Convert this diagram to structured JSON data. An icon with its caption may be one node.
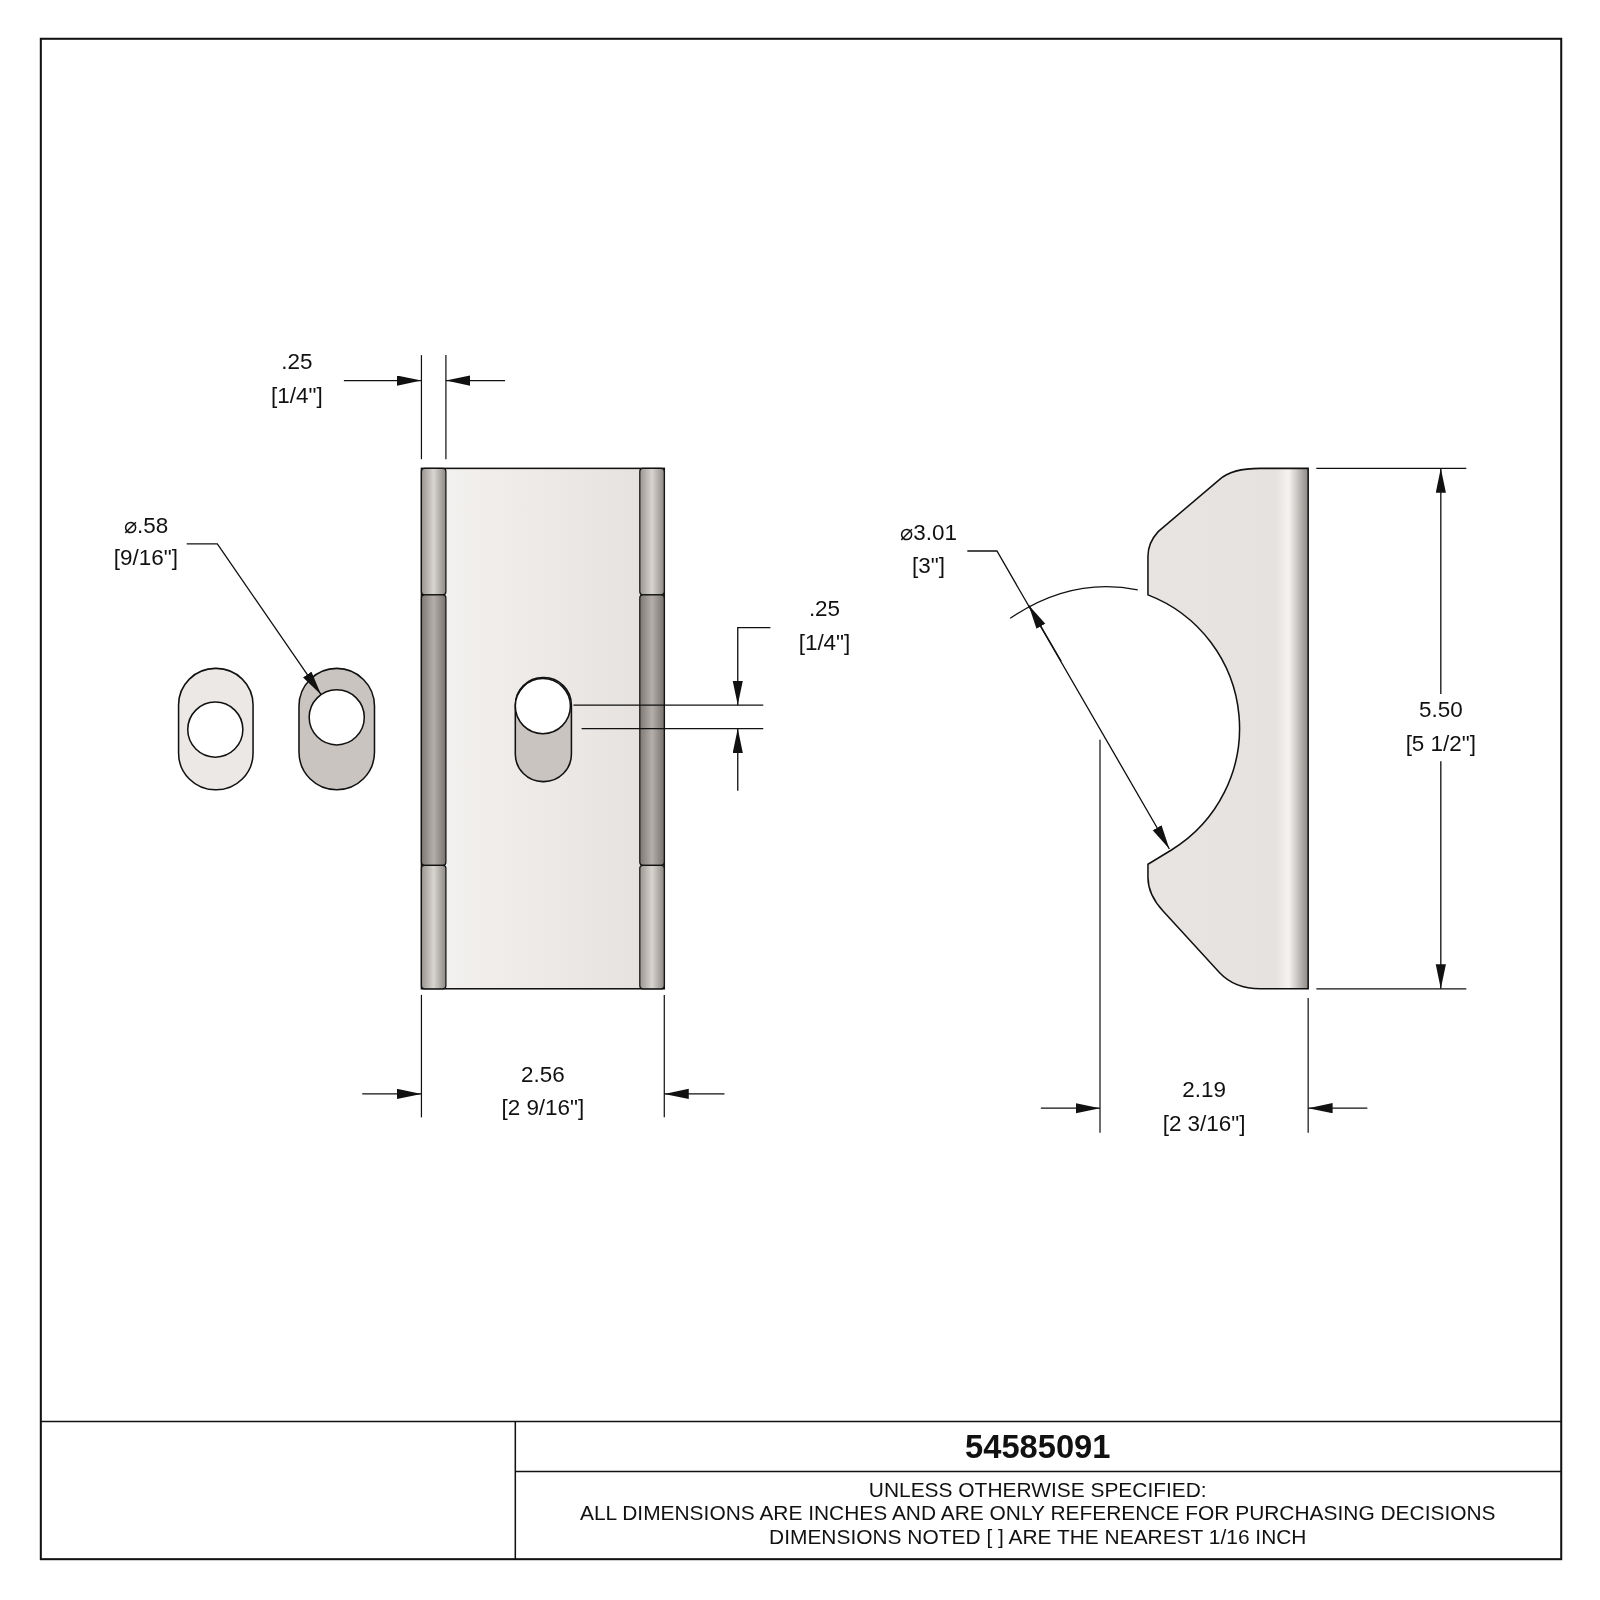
{
  "diagram": {
    "nodes": [
      {
        "text": [
          "⌀.58",
          "[9/16\"]"
        ]
      },
      {
        "text": [],
        "shape": "circle"
      }
    ],
    "edges": [
      {
        "from": 0,
        "to": 1,
        "arrow": "to"
      }
    ],
    "labels": [
      ".25",
      "[1/4\"]",
      ".25",
      "[1/4\"]",
      "⌀3.01",
      "[3\"]",
      "5.50",
      "[5 1/2\"]",
      "2.56",
      "[2 9/16\"]",
      "2.19",
      "[2 3/16\"]",
      "54585091",
      "UNLESS OTHERWISE SPECIFIED:",
      "ALL DIMENSIONS ARE INCHES AND ARE ONLY REFERENCE FOR PURCHASING DECISIONS",
      "DIMENSIONS NOTED [ ] ARE THE NEAREST 1/16 INCH"
    ]
  }
}
